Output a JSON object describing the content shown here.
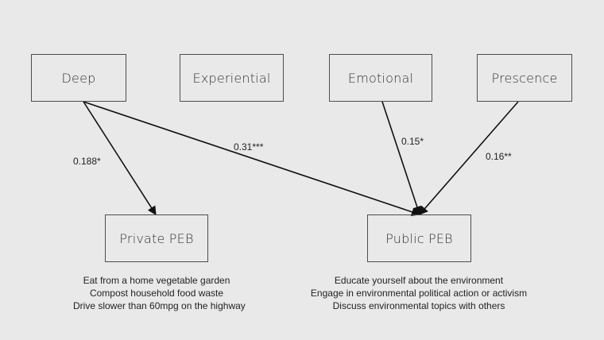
{
  "nodes": {
    "deep": "Deep",
    "experiential": "Experiential",
    "emotional": "Emotional",
    "presence": "Prescence",
    "private_peb": "Private PEB",
    "public_peb": "Public PEB"
  },
  "paths": [
    {
      "from": "Deep",
      "to": "Private PEB",
      "label": "0.188*"
    },
    {
      "from": "Deep",
      "to": "Public PEB",
      "label": "0.31***"
    },
    {
      "from": "Emotional",
      "to": "Public PEB",
      "label": "0.15*"
    },
    {
      "from": "Prescence",
      "to": "Public PEB",
      "label": "0.16**"
    }
  ],
  "private_examples": [
    "Eat from a home vegetable garden",
    "Compost household food waste",
    "Drive slower than 60mpg on the highway"
  ],
  "public_examples": [
    "Educate yourself about the environment",
    "Engage in environmental political action or activism",
    "Discuss environmental topics with others"
  ],
  "colors": {
    "background": "#e9e9e9",
    "line": "#111111",
    "box_border": "#4d4d4d"
  }
}
